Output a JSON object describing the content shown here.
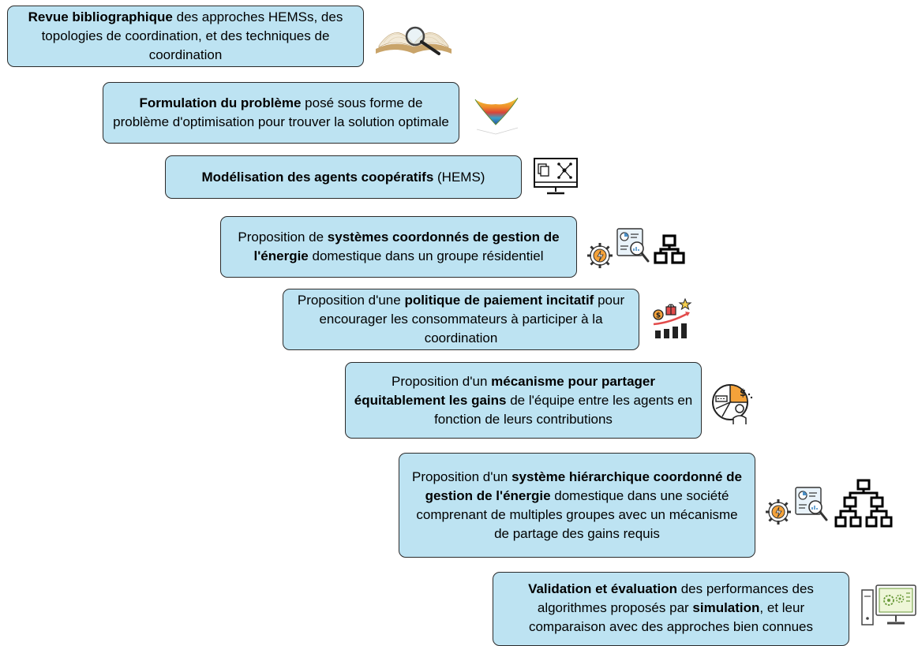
{
  "steps": [
    {
      "bold": "Revue bibliographique",
      "after": " des approches HEMSs, des topologies de coordination, et des techniques de coordination"
    },
    {
      "bold": "Formulation du problème",
      "after": " posé sous forme de problème d'optimisation pour trouver la solution optimale"
    },
    {
      "bold": "Modélisation des agents coopératifs",
      "after": " (HEMS)"
    },
    {
      "before": "Proposition de ",
      "bold": "systèmes coordonnés de gestion de l'énergie",
      "after": " domestique dans un groupe résidentiel"
    },
    {
      "before": "Proposition d'une ",
      "bold": "politique de paiement incitatif",
      "after": " pour encourager les consommateurs à participer à la coordination"
    },
    {
      "before": "Proposition d'un ",
      "bold": "mécanisme pour partager équitablement les gains",
      "after": " de l'équipe entre les agents en fonction de leurs contributions"
    },
    {
      "before": "Proposition d'un ",
      "bold": "système hiérarchique coordonné de gestion de l'énergie",
      "after": " domestique dans une société comprenant de multiples groupes avec un mécanisme de partage des gains requis"
    },
    {
      "bold": "Validation et évaluation",
      "after": " des performances des algorithmes proposés par ",
      "bold2": "simulation",
      "after2": ", et leur comparaison avec des approches bien connues"
    }
  ],
  "icons": {
    "step1": [
      "book-magnifier-icon"
    ],
    "step2": [
      "optimization-surface-icon"
    ],
    "step3": [
      "monitor-network-icon"
    ],
    "step4": [
      "energy-gear-icon",
      "analytics-magnifier-icon",
      "hierarchy-icon"
    ],
    "step5": [
      "incentive-growth-icon"
    ],
    "step6": [
      "profit-share-icon"
    ],
    "step7": [
      "energy-gear-icon",
      "analytics-magnifier-icon",
      "hierarchy-large-icon"
    ],
    "step8": [
      "computer-simulation-icon"
    ]
  },
  "colors": {
    "box_fill": "#bde3f2",
    "box_border": "#2b2b2b",
    "energy_orange": "#f4a23a"
  }
}
